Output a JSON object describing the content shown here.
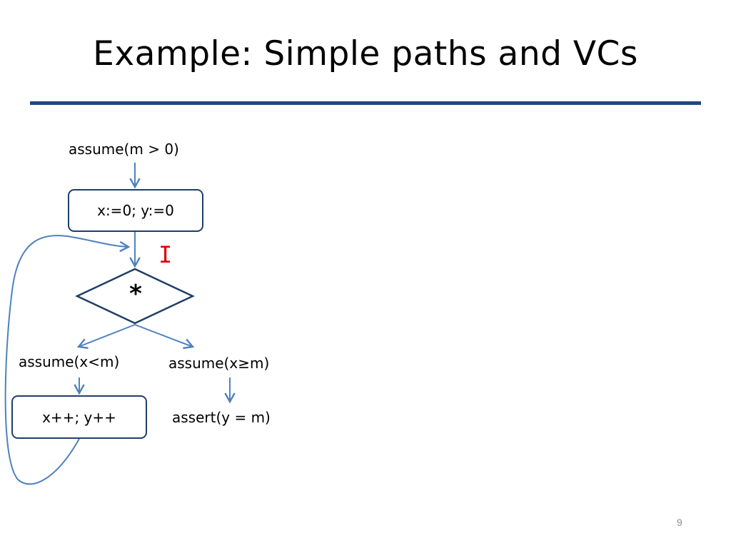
{
  "slide": {
    "title": "Example: Simple paths and VCs",
    "page_number": "9"
  },
  "diagram": {
    "entry_label": "assume(m > 0)",
    "init_box": "x:=0; y:=0",
    "invariant_label": "I",
    "choice_node": "*",
    "loop_branch_label": "assume(x<m)",
    "exit_branch_label": "assume(x≥m)",
    "loop_body_box": "x++; y++",
    "exit_assert_label": "assert(y = m)",
    "colors": {
      "edge": "#4f81bd",
      "node_border": "#1f3f66",
      "invariant": "#e00000",
      "title_rule": "#1f497d"
    }
  }
}
